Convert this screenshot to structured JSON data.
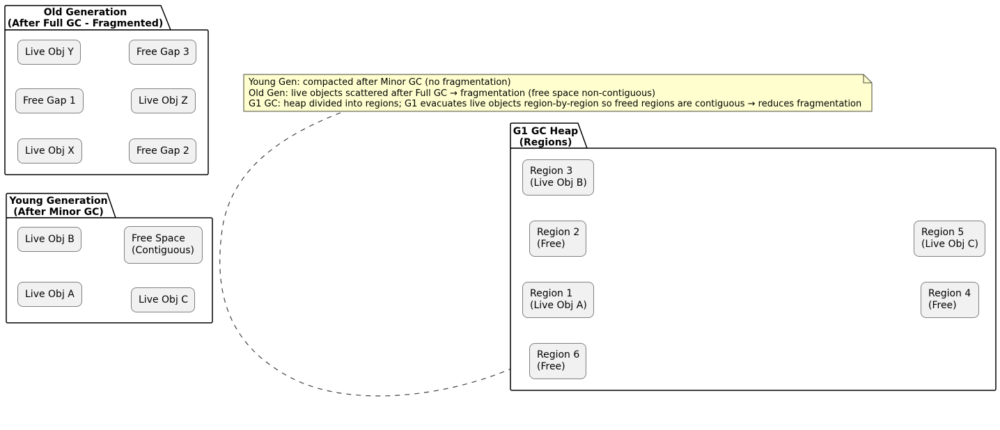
{
  "packages": {
    "old_gen": {
      "title": "Old Generation\n(After Full GC - Fragmented)",
      "nodes": [
        {
          "label": "Live Obj Y"
        },
        {
          "label": "Free Gap 3"
        },
        {
          "label": "Free Gap 1"
        },
        {
          "label": "Live Obj Z"
        },
        {
          "label": "Live Obj X"
        },
        {
          "label": "Free Gap 2"
        }
      ]
    },
    "young_gen": {
      "title": "Young Generation\n(After Minor GC)",
      "nodes": [
        {
          "label": "Live Obj B"
        },
        {
          "label": "Free Space\n(Contiguous)"
        },
        {
          "label": "Live Obj A"
        },
        {
          "label": "Live Obj C"
        }
      ]
    },
    "g1": {
      "title": "G1 GC Heap\n(Regions)",
      "nodes": [
        {
          "label": "Region 3\n(Live Obj B)"
        },
        {
          "label": "Region 2\n(Free)"
        },
        {
          "label": "Region 5\n(Live Obj C)"
        },
        {
          "label": "Region 1\n(Live Obj A)"
        },
        {
          "label": "Region 4\n(Free)"
        },
        {
          "label": "Region 6\n(Free)"
        }
      ]
    }
  },
  "note": {
    "lines": [
      "Young Gen: compacted after Minor GC (no fragmentation)",
      "Old Gen: live objects scattered after Full GC → fragmentation (free space non-contiguous)",
      "G1 GC: heap divided into regions; G1 evacuates live objects region-by-region so freed regions are contiguous → reduces fragmentation"
    ]
  },
  "colors": {
    "background": "#ffffff",
    "package_fill": "#ffffff",
    "package_border": "#000000",
    "node_fill": "#f1f1f1",
    "node_border": "#7f7f7f",
    "note_fill": "#fefece",
    "note_border": "#4a4a3a",
    "connector": "#404040",
    "text": "#000000"
  }
}
